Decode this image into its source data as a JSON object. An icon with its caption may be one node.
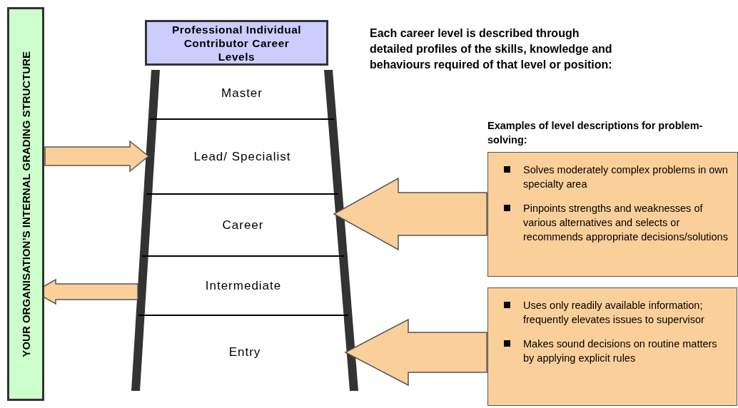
{
  "diagram": {
    "nodes": [
      {
        "text": [
          "YOUR ORGANISATION’S INTERNAL GRADING STRUCTURE"
        ]
      },
      {
        "text": [
          "Professional Individual Contributor Career Levels"
        ]
      },
      {
        "text": [
          "Master"
        ]
      },
      {
        "text": [
          "Lead/ Specialist"
        ]
      },
      {
        "text": [
          "Career"
        ]
      },
      {
        "text": [
          "Intermediate"
        ]
      },
      {
        "text": [
          "Entry"
        ]
      },
      {
        "text": [
          "Solves moderately complex problems in own specialty area",
          "Pinpoints strengths and weaknesses of various alternatives and selects or recommends appropriate decisions/solutions"
        ]
      },
      {
        "text": [
          "Uses only readily available information; frequently elevates issues to supervisor",
          "Makes sound decisions on routine matters by applying explicit rules"
        ]
      }
    ],
    "edges": [
      {
        "from": 0,
        "to": 3,
        "arrow": "to"
      },
      {
        "from": 5,
        "to": 0,
        "arrow": "to"
      },
      {
        "from": 7,
        "to": 4,
        "arrow": "to"
      },
      {
        "from": 8,
        "to": 6,
        "arrow": "to"
      }
    ],
    "labels": [
      "Each career level is described through detailed profiles of the skills, knowledge and behaviours required of that level or position:",
      "Examples of level descriptions for problem-solving:"
    ]
  }
}
